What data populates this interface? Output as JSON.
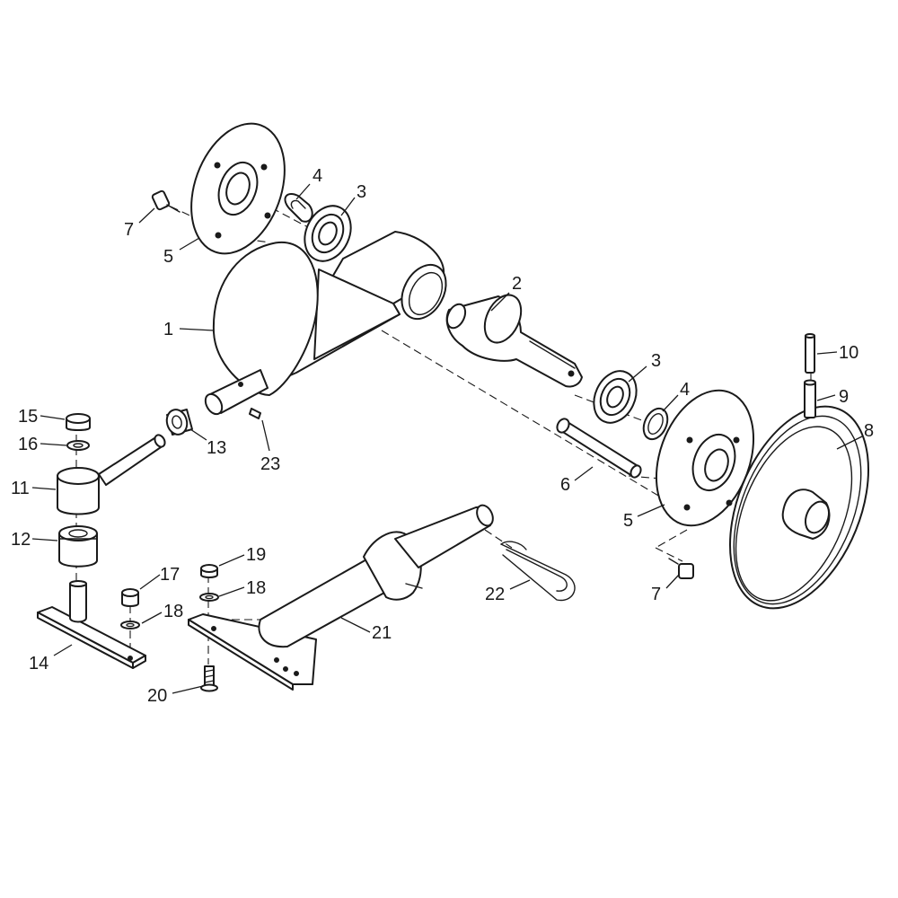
{
  "callouts": {
    "c1": "1",
    "c2": "2",
    "c3a": "3",
    "c3b": "3",
    "c4a": "4",
    "c4b": "4",
    "c5a": "5",
    "c5b": "5",
    "c6": "6",
    "c7a": "7",
    "c7b": "7",
    "c8": "8",
    "c9": "9",
    "c10": "10",
    "c11": "11",
    "c12": "12",
    "c13": "13",
    "c14": "14",
    "c15": "15",
    "c16": "16",
    "c17": "17",
    "c18a": "18",
    "c18b": "18",
    "c19": "19",
    "c20": "20",
    "c21": "21",
    "c22": "22",
    "c23": "23"
  }
}
